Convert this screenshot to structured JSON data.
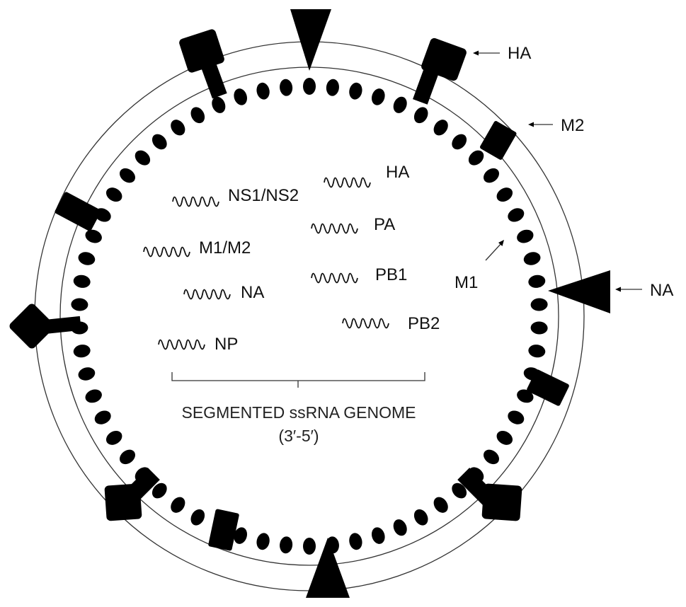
{
  "genome_segments": [
    {
      "id": "ha",
      "label": "HA"
    },
    {
      "id": "ns",
      "label": "NS1/NS2"
    },
    {
      "id": "pa",
      "label": "PA"
    },
    {
      "id": "m",
      "label": "M1/M2"
    },
    {
      "id": "pb1",
      "label": "PB1"
    },
    {
      "id": "na",
      "label": "NA"
    },
    {
      "id": "pb2",
      "label": "PB2"
    },
    {
      "id": "np",
      "label": "NP"
    }
  ],
  "callouts": {
    "ha": "HA",
    "m2": "M2",
    "na": "NA",
    "m1": "M1"
  },
  "caption": {
    "line1": "SEGMENTED ssRNA GENOME",
    "line2": "(3′-5′)"
  }
}
